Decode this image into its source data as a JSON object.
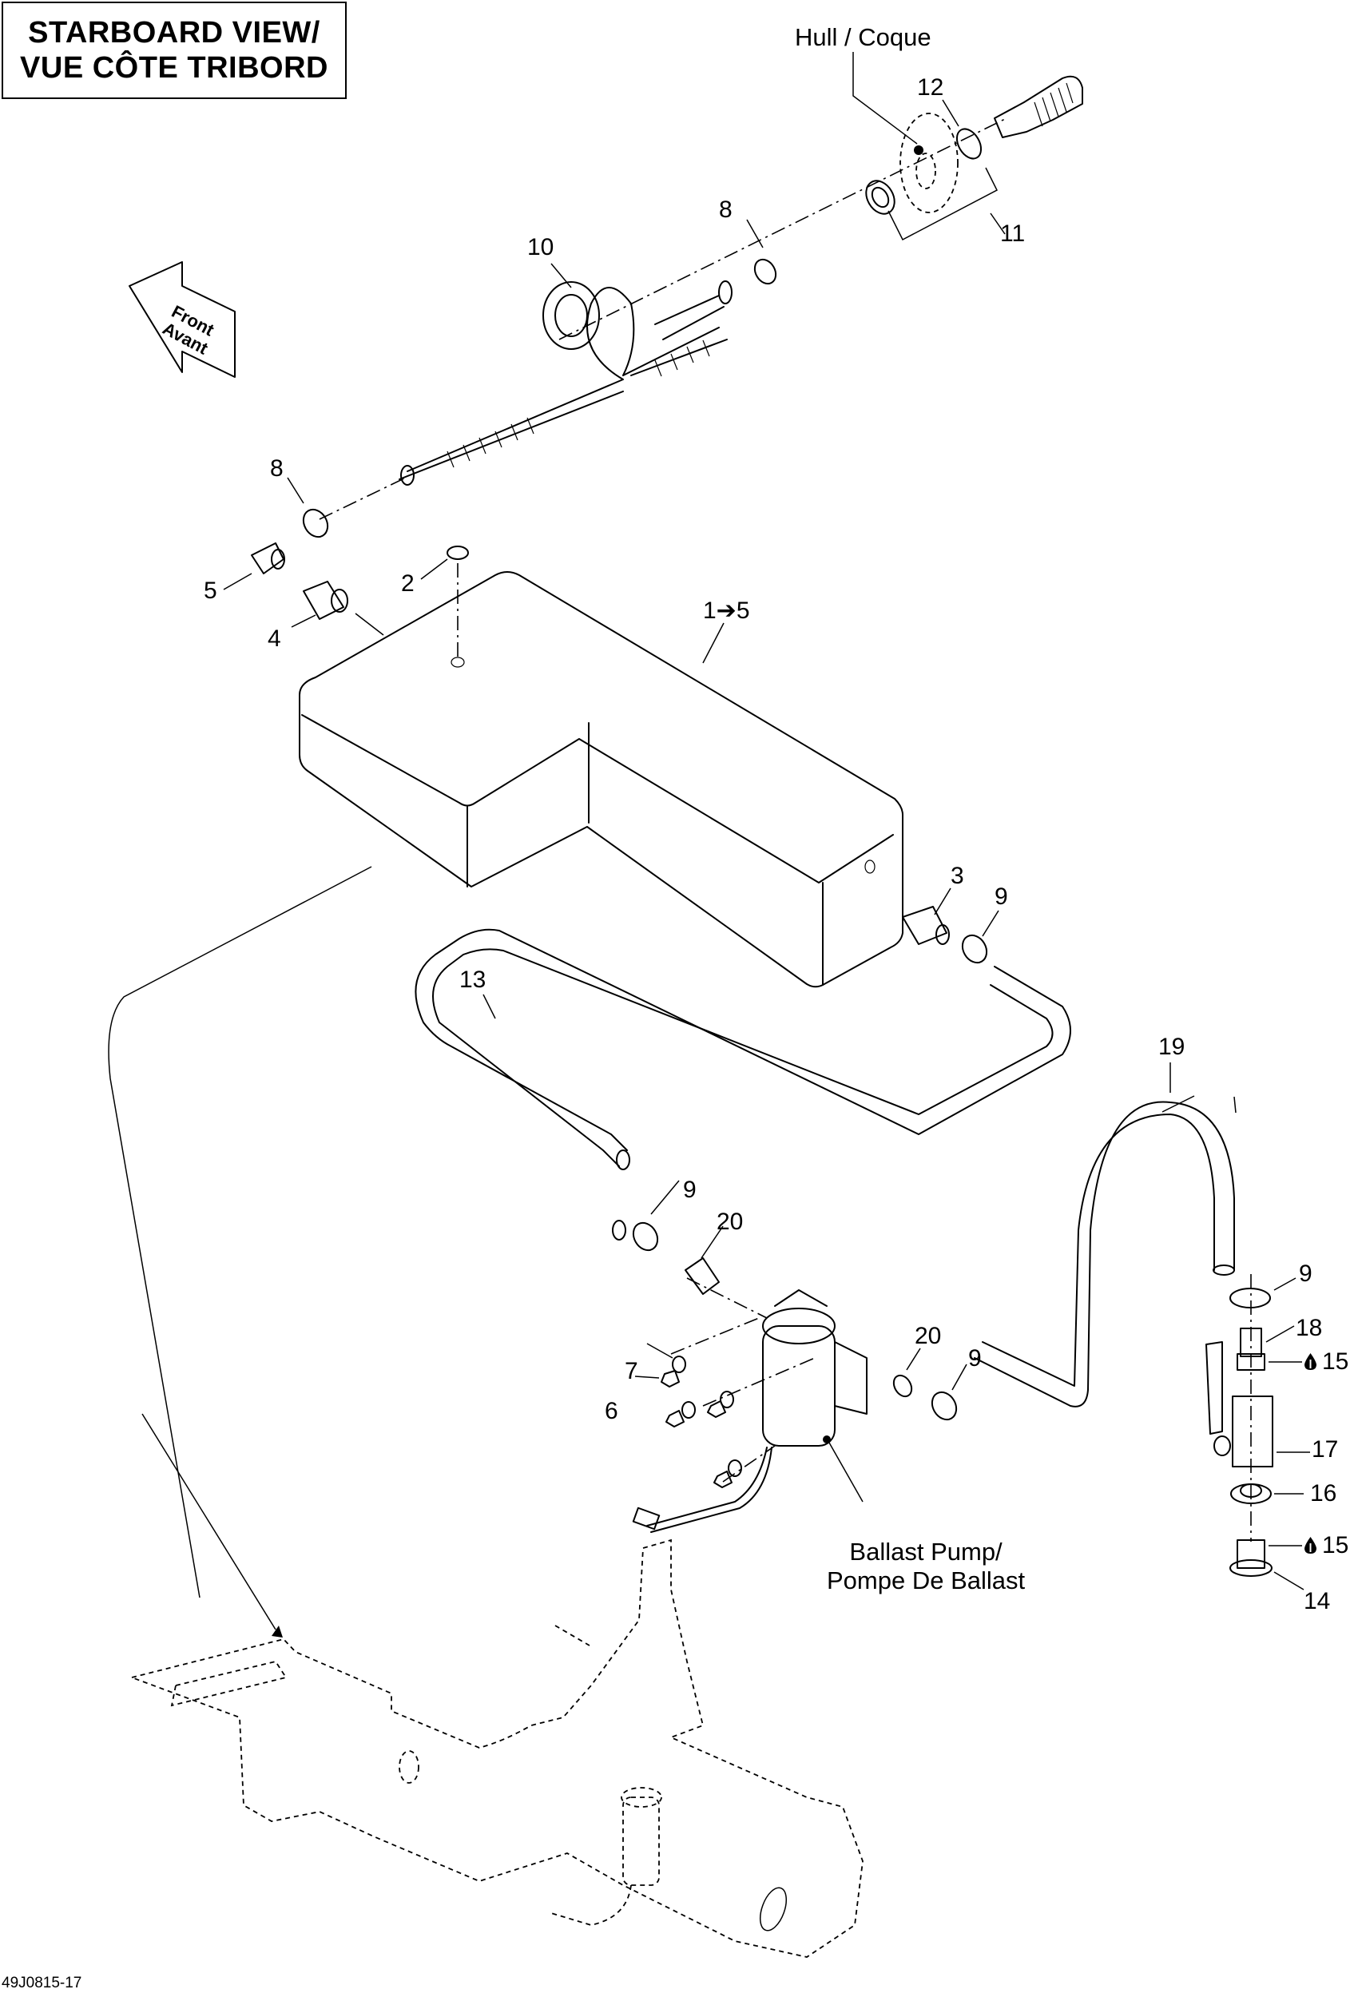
{
  "title": {
    "line1": "STARBOARD VIEW/",
    "line2": "VUE CÔTE TRIBORD"
  },
  "figure_id": "49J0815-17",
  "direction_arrow": {
    "line1": "Front",
    "line2": "Avant"
  },
  "annotations": {
    "hull": "Hull / Coque",
    "ballast_pump_line1": "Ballast Pump/",
    "ballast_pump_line2": "Pompe De Ballast"
  },
  "callouts": [
    {
      "id": "c12",
      "label": "12"
    },
    {
      "id": "c11",
      "label": "11"
    },
    {
      "id": "c8a",
      "label": "8"
    },
    {
      "id": "c10",
      "label": "10"
    },
    {
      "id": "c8b",
      "label": "8"
    },
    {
      "id": "c5",
      "label": "5"
    },
    {
      "id": "c2",
      "label": "2"
    },
    {
      "id": "c4",
      "label": "4"
    },
    {
      "id": "c1to5",
      "label": "1➔5"
    },
    {
      "id": "c3",
      "label": "3"
    },
    {
      "id": "c9a",
      "label": "9"
    },
    {
      "id": "c13",
      "label": "13"
    },
    {
      "id": "c19",
      "label": "19"
    },
    {
      "id": "c9b",
      "label": "9"
    },
    {
      "id": "c20a",
      "label": "20"
    },
    {
      "id": "c20b",
      "label": "20"
    },
    {
      "id": "c9c",
      "label": "9"
    },
    {
      "id": "c7",
      "label": "7"
    },
    {
      "id": "c6",
      "label": "6"
    },
    {
      "id": "c9d",
      "label": "9"
    },
    {
      "id": "c18",
      "label": "18"
    },
    {
      "id": "c15a",
      "label": "15"
    },
    {
      "id": "c17",
      "label": "17"
    },
    {
      "id": "c16",
      "label": "16"
    },
    {
      "id": "c15b",
      "label": "15"
    },
    {
      "id": "c14",
      "label": "14"
    }
  ],
  "symbols": {
    "sealant_icon": "drop-icon"
  }
}
